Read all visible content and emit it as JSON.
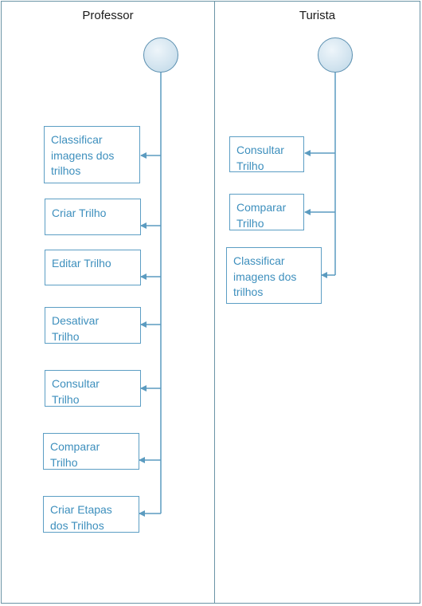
{
  "lanes": {
    "professor": {
      "title": "Professor",
      "actions": [
        "Classificar\nimagens dos\ntrilhos",
        "Criar Trilho",
        "Editar Trilho",
        "Desativar\nTrilho",
        "Consultar\nTrilho",
        "Comparar\nTrilho",
        "Criar Etapas\ndos Trilhos"
      ]
    },
    "turista": {
      "title": "Turista",
      "actions": [
        "Consultar\nTrilho",
        "Comparar\nTrilho",
        "Classificar\nimagens dos\ntrilhos"
      ]
    }
  },
  "colors": {
    "lane_border": "#6b94a6",
    "connector": "#5b9bc0",
    "node_border": "#5c9ec4",
    "node_text": "#3d8fbd",
    "actor_fill": "#d4e5f0"
  }
}
